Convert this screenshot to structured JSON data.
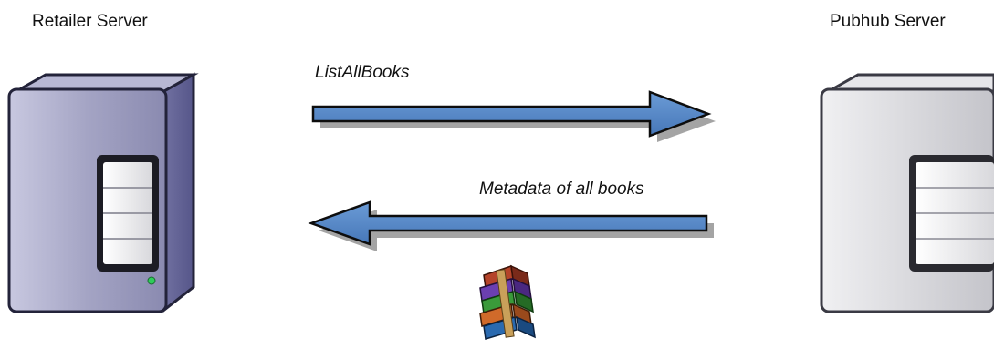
{
  "nodes": {
    "left": {
      "label": "Retailer Server",
      "icon": "server-tower-icon",
      "body_color": "#a8a8c8"
    },
    "right": {
      "label": "Pubhub Server",
      "icon": "server-tower-icon",
      "body_color": "#d4d4d8"
    }
  },
  "messages": {
    "request": {
      "label": "ListAllBooks",
      "direction": "to-right",
      "color": "#4f81bd"
    },
    "response": {
      "label": "Metadata of all books",
      "direction": "to-left",
      "color": "#4f81bd"
    }
  },
  "payload": {
    "icon": "books-archive-icon"
  }
}
